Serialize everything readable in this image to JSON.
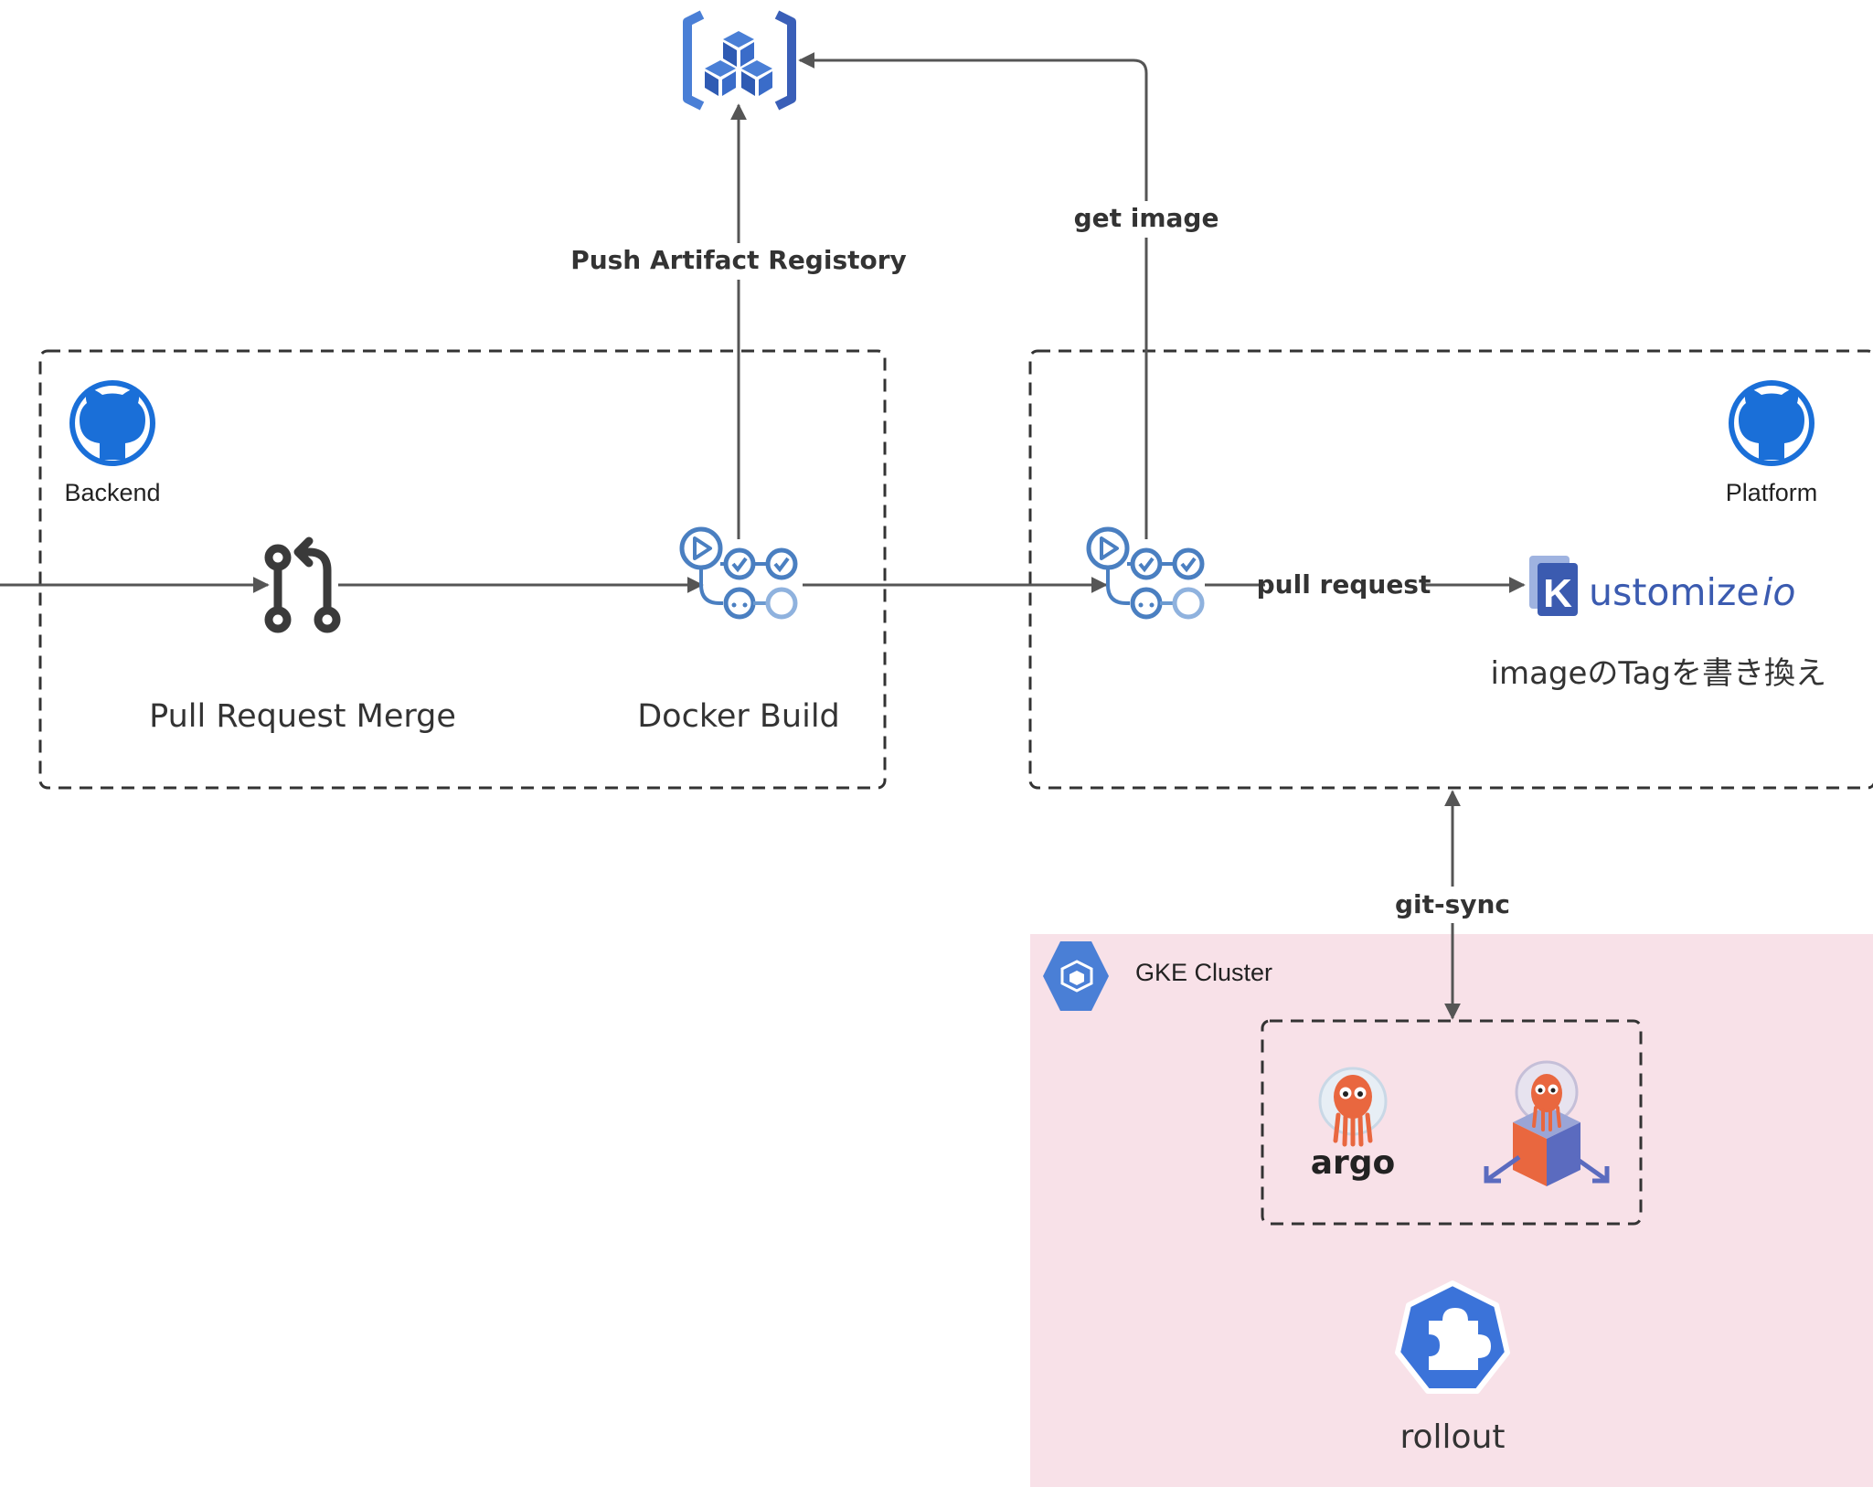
{
  "labels": {
    "push_artifact_registry": "Push Artifact Registory",
    "get_image": "get image",
    "pull_request": "pull request",
    "git_sync": "git-sync",
    "backend": "Backend",
    "platform": "Platform",
    "pull_request_merge": "Pull Request Merge",
    "docker_build": "Docker Build",
    "image_tag_rewrite": "imageのTagを書き換え",
    "gke_cluster": "GKE Cluster",
    "rollout": "rollout"
  },
  "logos": {
    "kustomize_k": "K",
    "kustomize_word": "ustomize",
    "kustomize_io": "io",
    "argo": "argo"
  },
  "colors": {
    "arrow": "#555555",
    "github_blue": "#1a6fd8",
    "actions_blue": "#4a7fc1",
    "gcp_blue": "#4a7fd6",
    "kustomize_blue": "#3b5bb0",
    "argo_orange": "#e9673f",
    "gke_background": "#f8e1e8",
    "dashed_border": "#333333"
  },
  "icons": [
    "artifact-registry-icon",
    "github-icon",
    "pull-request-icon",
    "github-actions-icon",
    "kustomize-logo",
    "gke-icon",
    "argocd-icon",
    "argo-rollouts-icon",
    "k8s-extension-icon"
  ]
}
